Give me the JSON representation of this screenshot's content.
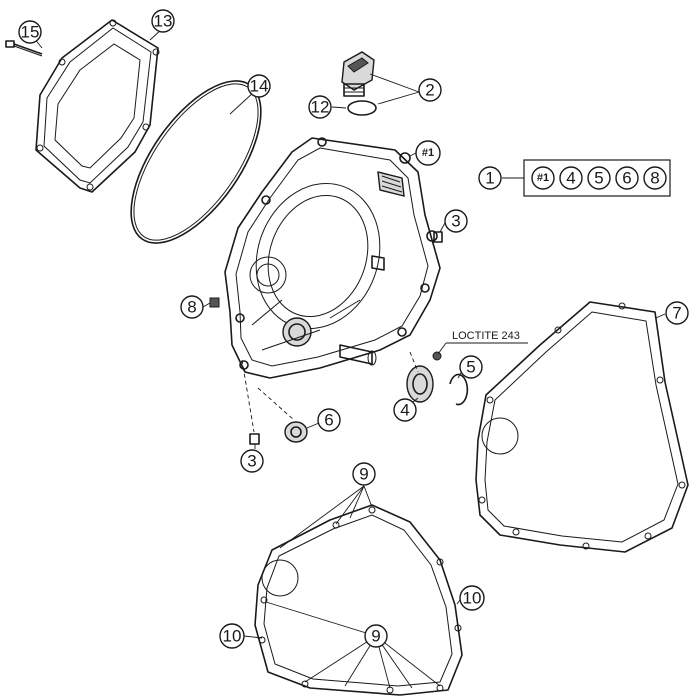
{
  "callouts": {
    "c15": "15",
    "c13": "13",
    "c14": "14",
    "c2": "2",
    "c12": "12",
    "c_h1_top": "#1",
    "c1": "1",
    "c3_right": "3",
    "c8": "8",
    "c7": "7",
    "c5": "5",
    "c4": "4",
    "c6": "6",
    "c3_bottom": "3",
    "c9_top": "9",
    "c10_right": "10",
    "c10_left": "10",
    "c9_bottom": "9"
  },
  "kit_box": {
    "items": [
      "#1",
      "4",
      "5",
      "6",
      "8"
    ]
  },
  "note": "LOCTITE 243"
}
